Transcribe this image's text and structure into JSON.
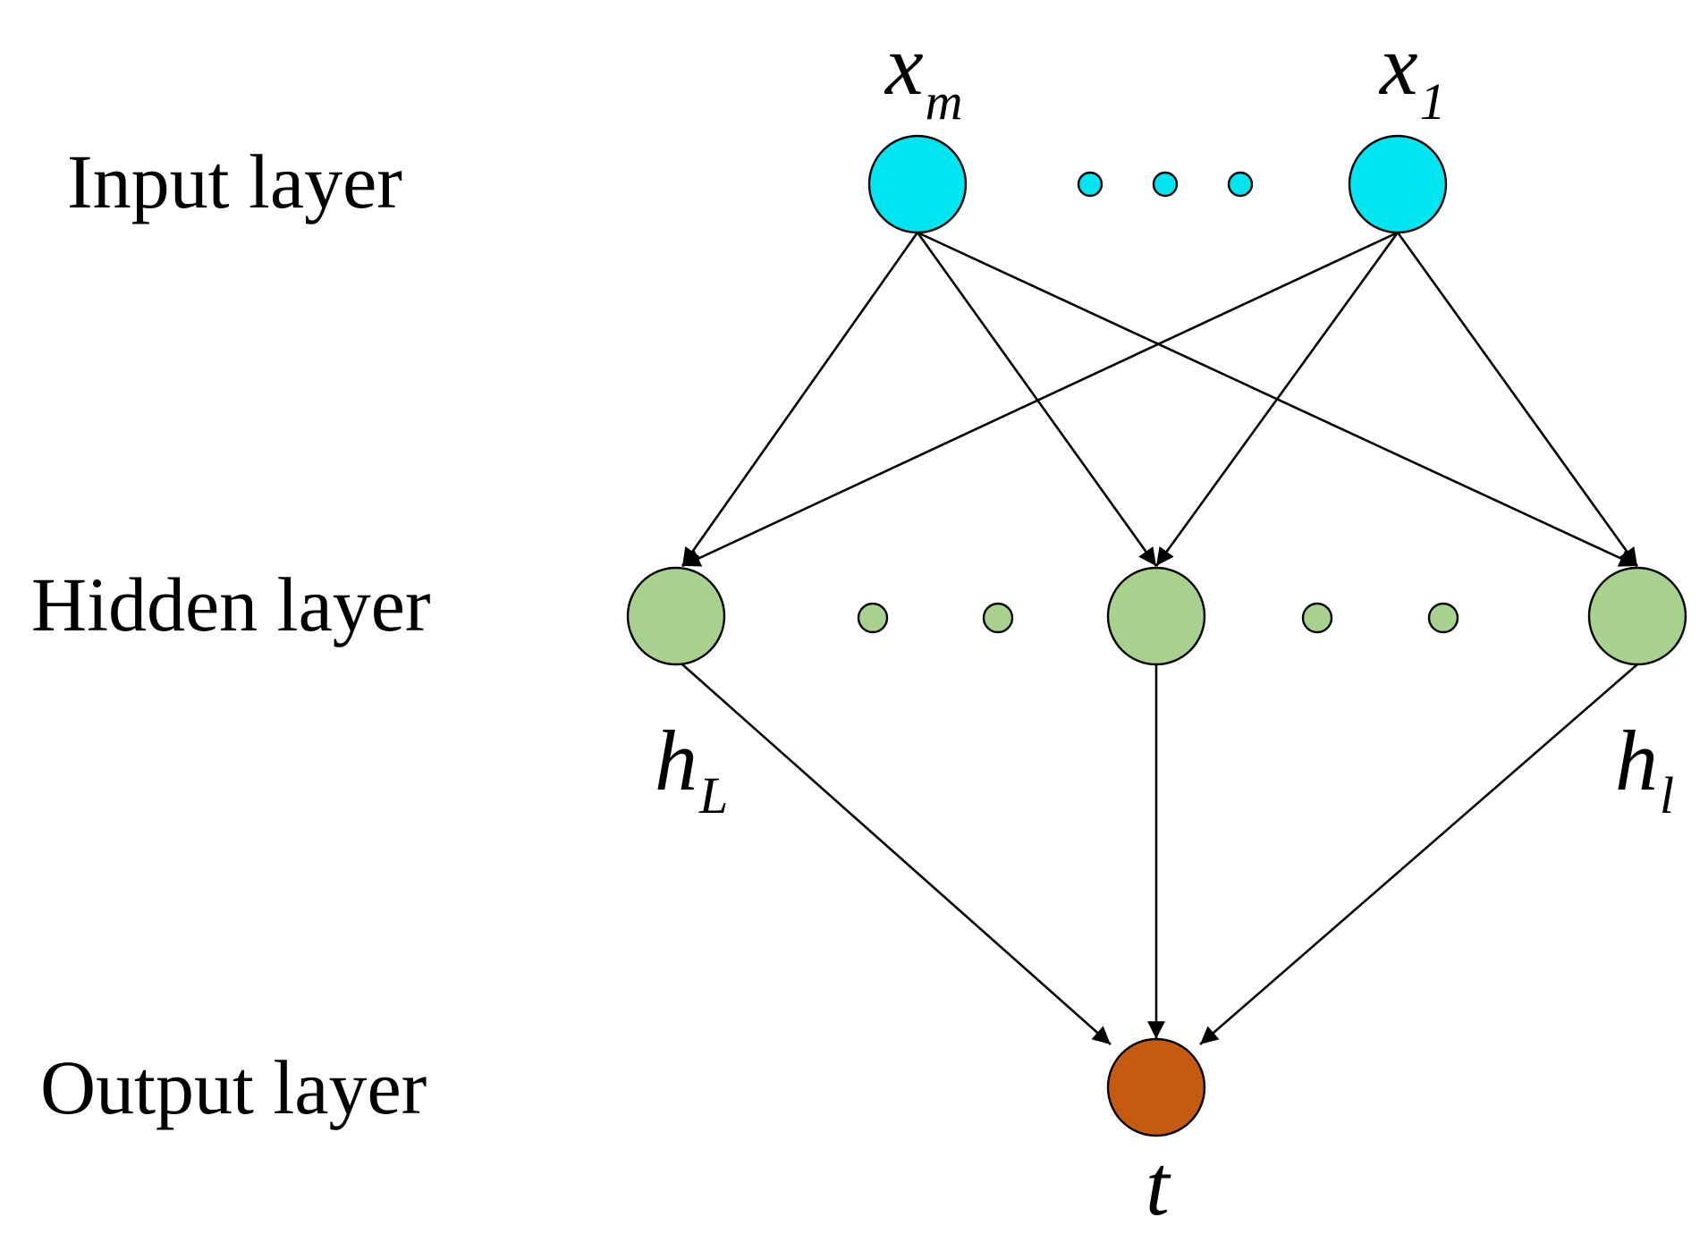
{
  "layers": {
    "input": "Input layer",
    "hidden": "Hidden layer",
    "output": "Output layer"
  },
  "nodes": {
    "x_m": {
      "base": "x",
      "sub": "m"
    },
    "x_1": {
      "base": "x",
      "sub": "1"
    },
    "h_L": {
      "base": "h",
      "sub": "L"
    },
    "h_1": {
      "base": "h",
      "sub": "l"
    },
    "t": {
      "base": "t"
    }
  },
  "colors": {
    "input_node": "#00e5f0",
    "hidden_node": "#a9d18e",
    "output_node": "#c55a11",
    "edge": "#000000"
  }
}
